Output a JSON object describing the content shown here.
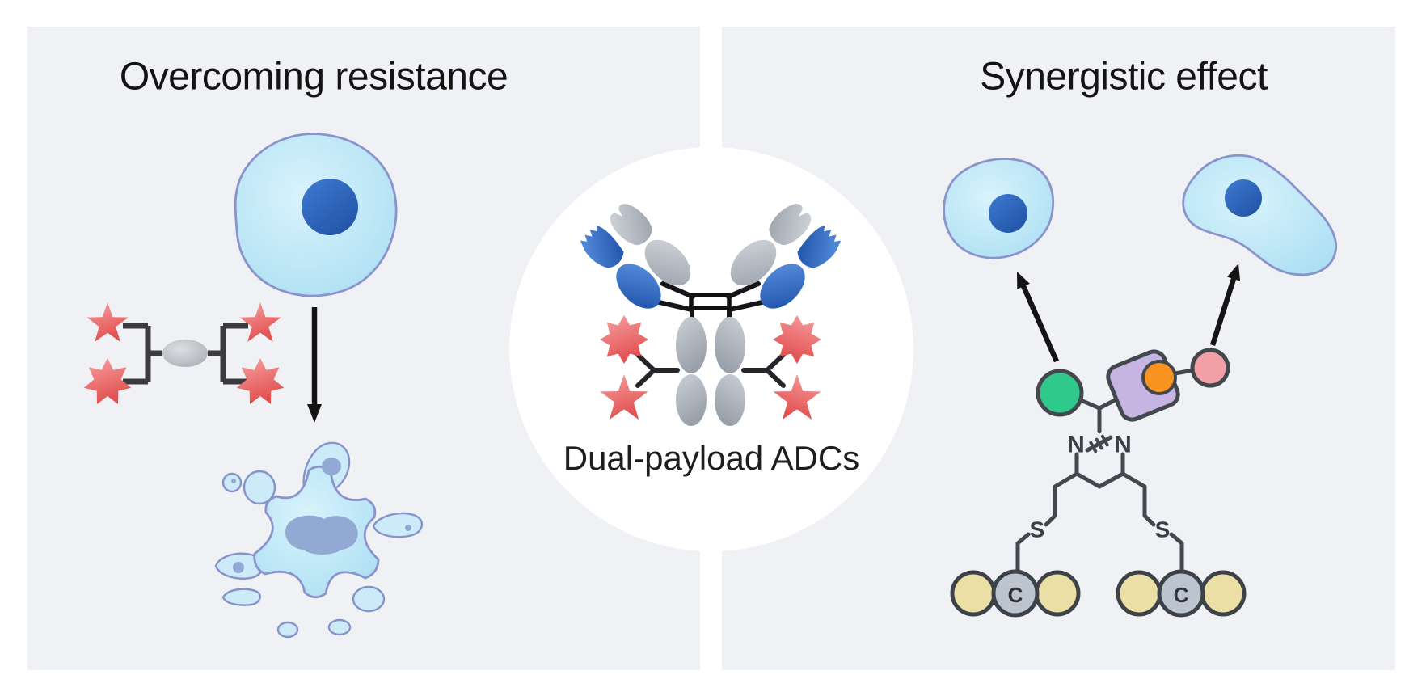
{
  "left_panel": {
    "title": "Overcoming resistance"
  },
  "right_panel": {
    "title": "Synergistic effect"
  },
  "center_badge": {
    "label": "Dual-payload ADCs"
  },
  "chem": {
    "n_left": "N",
    "n_right": "N",
    "s_left": "S",
    "s_right": "S",
    "c_left": "C",
    "c_right": "C"
  },
  "icons": {
    "payload_a": "star-5-point",
    "payload_b": "burst-7-point",
    "adc_payload_burst": "burst-8-point",
    "adc_payload_star": "star-5-point",
    "arrow": "solid-black-arrow"
  },
  "colors": {
    "canvas": "#ffffff",
    "panel_background": "#eff1f4",
    "cell_fill": "#c9ebf8",
    "cell_outline": "#8b93cb",
    "nucleus_blue": "#2d63b8",
    "apoptotic_nucleus": "#92a9d4",
    "payload_red": "#ec6262",
    "antibody_blue": "#2b69c0",
    "antibody_gray": "#aab1bb",
    "bond_black": "#1a1a1a",
    "chem_line": "#43484e",
    "payload_green": "#2fc98c",
    "payload_orange": "#f7931e",
    "carrier_purple": "#c6b4e2",
    "payload_pink": "#f2a0a5",
    "membrane_tan": "#ebdfa5",
    "anchor_gray": "#bcc4cf"
  }
}
